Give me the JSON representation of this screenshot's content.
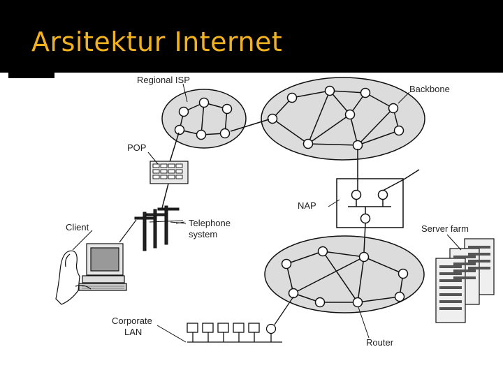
{
  "slide": {
    "title": "Arsitektur Internet"
  },
  "diagram": {
    "labels": {
      "regional_isp": "Regional ISP",
      "backbone": "Backbone",
      "pop": "POP",
      "nap": "NAP",
      "client": "Client",
      "telephone_line1": "Telephone",
      "telephone_line2": "system",
      "server_farm": "Server farm",
      "corporate_line1": "Corporate",
      "corporate_line2": "LAN",
      "router": "Router"
    }
  },
  "colors": {
    "title": "#f2b21b",
    "header_bg": "#000000",
    "cloud_fill": "#dcdcdc",
    "line": "#111111"
  }
}
